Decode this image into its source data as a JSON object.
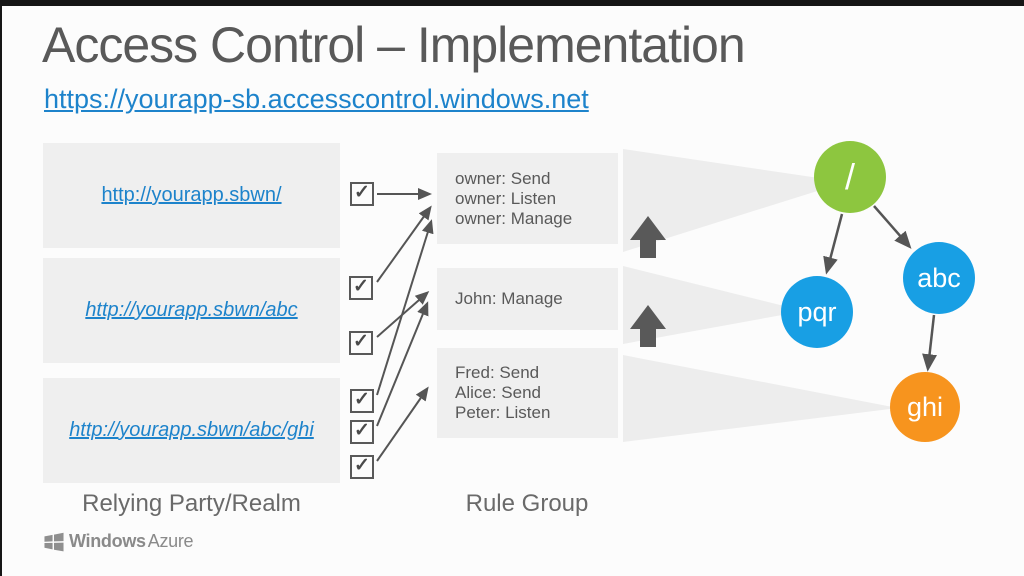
{
  "header": {
    "title": "Access Control – Implementation",
    "subtitle_link": "https://yourapp-sb.accesscontrol.windows.net"
  },
  "relying_party": {
    "caption": "Relying Party/Realm",
    "realms": [
      {
        "url": "http://yourapp.sbwn/",
        "checkboxes_checked": 1
      },
      {
        "url": "http://yourapp.sbwn/abc",
        "checkboxes_checked": 2
      },
      {
        "url": "http://yourapp.sbwn/abc/ghi",
        "checkboxes_checked": 3
      }
    ]
  },
  "rule_group": {
    "caption": "Rule Group",
    "groups": [
      {
        "rules": [
          "owner: Send",
          "owner: Listen",
          "owner: Manage"
        ]
      },
      {
        "rules": [
          "John: Manage"
        ]
      },
      {
        "rules": [
          "Fred: Send",
          "Alice: Send",
          "Peter: Listen"
        ]
      }
    ]
  },
  "realm_rule_links": [
    {
      "realm": 0,
      "rule_groups": [
        0
      ]
    },
    {
      "realm": 1,
      "rule_groups": [
        0,
        1
      ]
    },
    {
      "realm": 2,
      "rule_groups": [
        0,
        1,
        2
      ]
    }
  ],
  "tree": {
    "nodes": {
      "root": {
        "label": "/",
        "color": "#8dc63f"
      },
      "pqr": {
        "label": "pqr",
        "color": "#189fe4"
      },
      "abc": {
        "label": "abc",
        "color": "#189fe4"
      },
      "ghi": {
        "label": "ghi",
        "color": "#f7941e"
      }
    },
    "edges": [
      {
        "from": "root",
        "to": "pqr"
      },
      {
        "from": "root",
        "to": "abc"
      },
      {
        "from": "abc",
        "to": "ghi"
      }
    ]
  },
  "icons": {
    "checkbox_check": "✓"
  },
  "footer": {
    "brand_part1": "Windows",
    "brand_part2": "Azure"
  },
  "colors": {
    "link_blue": "#1d83cb",
    "panel_gray": "#efefef",
    "wedge_gray": "#ededed",
    "arrow_gray": "#595959",
    "title_gray": "#595959",
    "node_green": "#8dc63f",
    "node_blue": "#189fe4",
    "node_orange": "#f7941e"
  }
}
